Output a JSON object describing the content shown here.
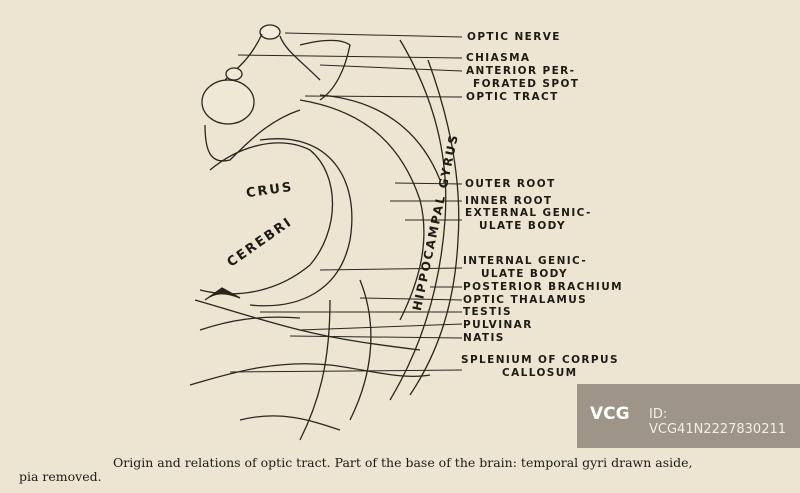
{
  "labels": {
    "optic_nerve": "OPTIC NERVE",
    "chiasma": "CHIASMA",
    "anterior_per": "ANTERIOR PER-",
    "forated_spot": "FORATED SPOT",
    "optic_tract": "OPTIC TRACT",
    "outer_root": "OUTER ROOT",
    "inner_root": "INNER ROOT",
    "external_genic": "EXTERNAL GENIC-",
    "external_ulate": "ULATE BODY",
    "internal_genic": "INTERNAL GENIC-",
    "internal_ulate": "ULATE BODY",
    "posterior_brachium": "POSTERIOR BRACHIUM",
    "optic_thalamus": "OPTIC THALAMUS",
    "testis": "TESTIS",
    "pulvinar": "PULVINAR",
    "natis": "NATIS",
    "splenium": "SPLENIUM OF CORPUS",
    "callosum": "CALLOSUM"
  },
  "figure_labels": {
    "crus": "CRUS",
    "cerebri": "CEREBRI",
    "hippocampal_gyrus": "HIPPOCAMPAL GYRUS"
  },
  "caption": {
    "line1": "Origin and relations of optic tract.  Part of the base of the brain: temporal gyri drawn aside,",
    "line2": "pia removed."
  },
  "watermark": {
    "logo": "VCG",
    "id": "ID: VCG41N2227830211"
  }
}
